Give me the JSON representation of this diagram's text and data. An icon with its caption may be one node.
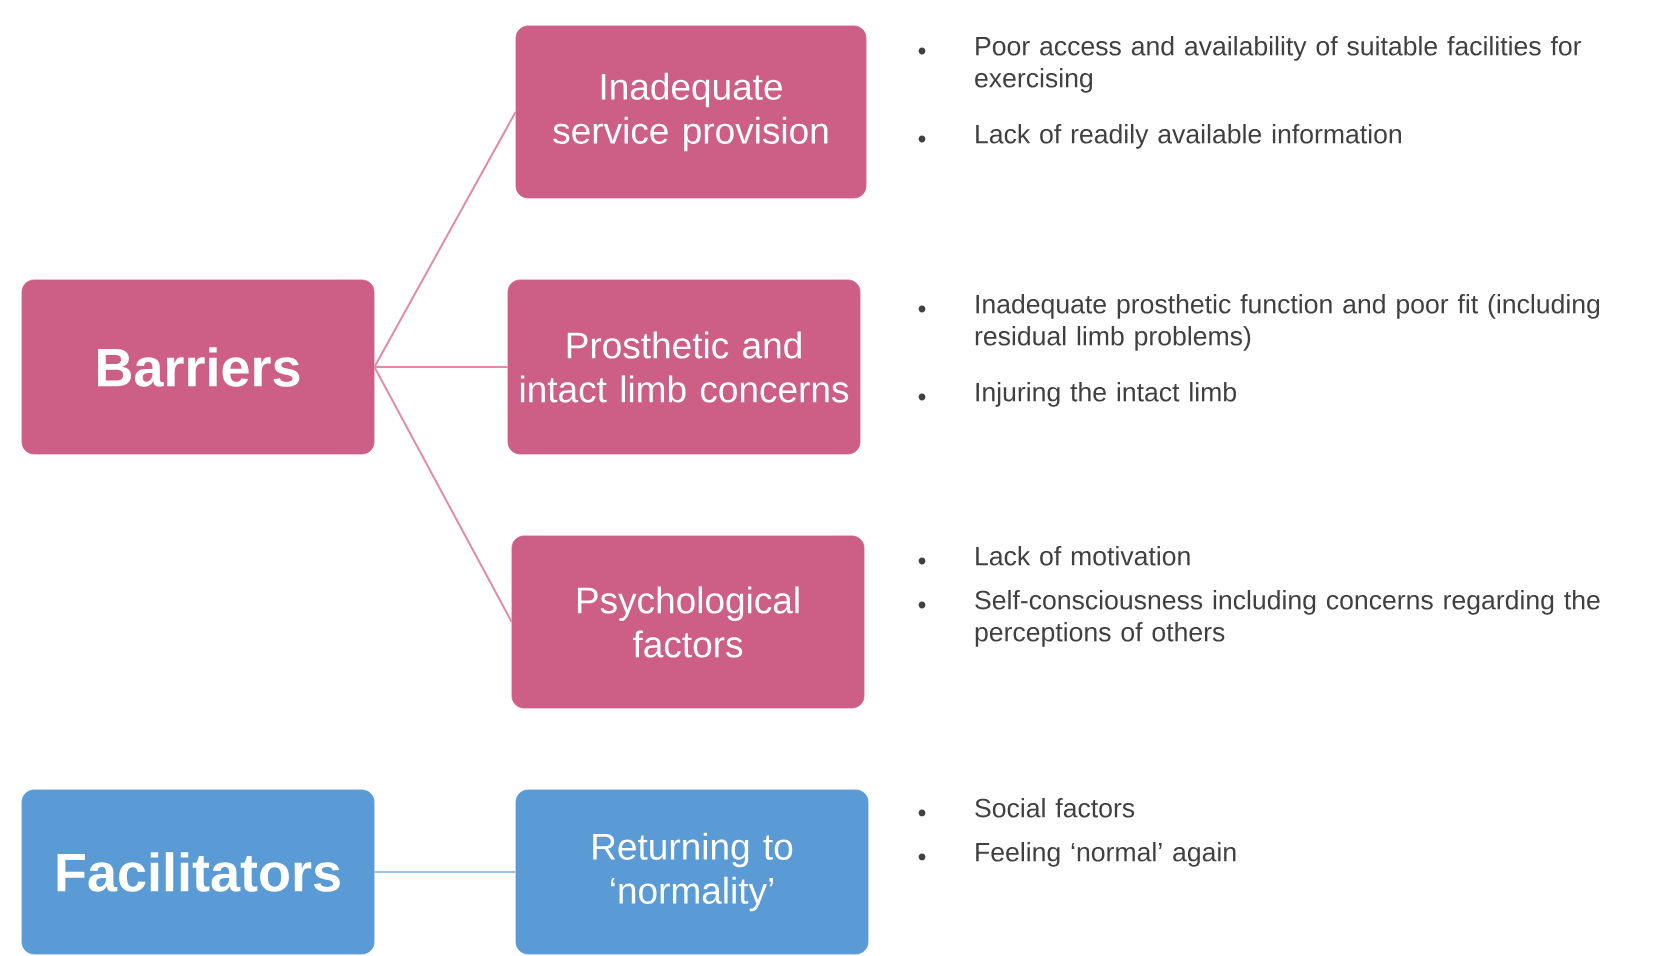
{
  "diagram": {
    "nodes": [
      {
        "text": [
          "Barriers"
        ]
      },
      {
        "text": [
          "Inadequate service provision"
        ],
        "beside": [
          "Poor access and availability of suitable facilities for exercising",
          "Lack of readily available information"
        ]
      },
      {
        "text": [
          "Prosthetic and intact limb concerns"
        ],
        "beside": [
          "Inadequate prosthetic function and poor fit (including residual limb problems)",
          "Injuring the intact limb"
        ]
      },
      {
        "text": [
          "Psychological factors"
        ],
        "beside": [
          "Lack of motivation",
          "Self-consciousness including concerns regarding the perceptions of others"
        ]
      },
      {
        "text": [
          "Facilitators"
        ]
      },
      {
        "text": [
          "Returning to ‘normality’"
        ],
        "beside": [
          "Social factors",
          "Feeling ‘normal’ again"
        ]
      }
    ],
    "edges": [
      {
        "from": 0,
        "to": 1,
        "arrow": "none"
      },
      {
        "from": 0,
        "to": 2,
        "arrow": "none"
      },
      {
        "from": 0,
        "to": 3,
        "arrow": "none"
      },
      {
        "from": 4,
        "to": 5,
        "arrow": "none",
        "color": "#9dc3e6"
      }
    ]
  }
}
